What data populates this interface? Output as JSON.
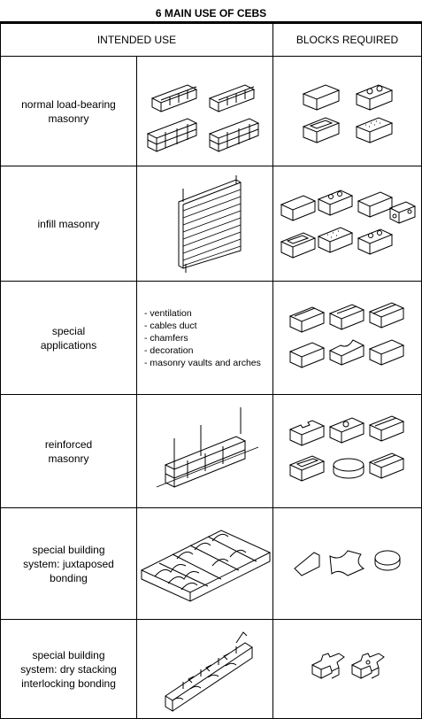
{
  "title": "6 MAIN USE OF CEBS",
  "headers": {
    "intended_use": "INTENDED USE",
    "blocks_required": "BLOCKS REQUIRED"
  },
  "rows": [
    {
      "label": "normal load-bearing masonry"
    },
    {
      "label": "infill masonry"
    },
    {
      "label": "special applications",
      "uses": [
        "ventilation",
        "cables duct",
        "chamfers",
        "decoration",
        "masonry vaults and arches"
      ]
    },
    {
      "label": "reinforced masonry"
    },
    {
      "label": "special building system: juxtaposed bonding"
    },
    {
      "label": "special building system: dry stacking interlocking bonding"
    }
  ]
}
